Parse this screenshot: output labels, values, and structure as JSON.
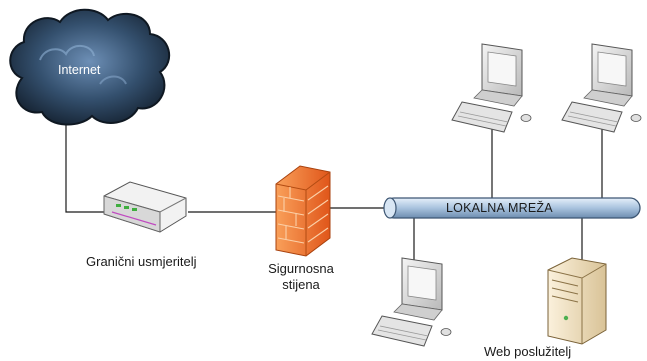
{
  "labels": {
    "internet": "Internet",
    "router": "Granični usmjeritelj",
    "firewall_line1": "Sigurnosna",
    "firewall_line2": "stijena",
    "lan": "LOKALNA MREŽA",
    "web_server": "Web poslužitelj"
  },
  "icons": {
    "cloud": "cloud-icon",
    "router": "router-icon",
    "firewall": "firewall-icon",
    "bus": "network-bus-icon",
    "workstation": "workstation-icon",
    "server": "server-icon"
  },
  "colors": {
    "cloud_dark": "#1f2d3f",
    "cloud_light": "#5c7fa6",
    "firewall": "#f07a2c",
    "bus": "#b8cfe6",
    "bus_border": "#3d5673",
    "line": "#1a1a1a"
  }
}
